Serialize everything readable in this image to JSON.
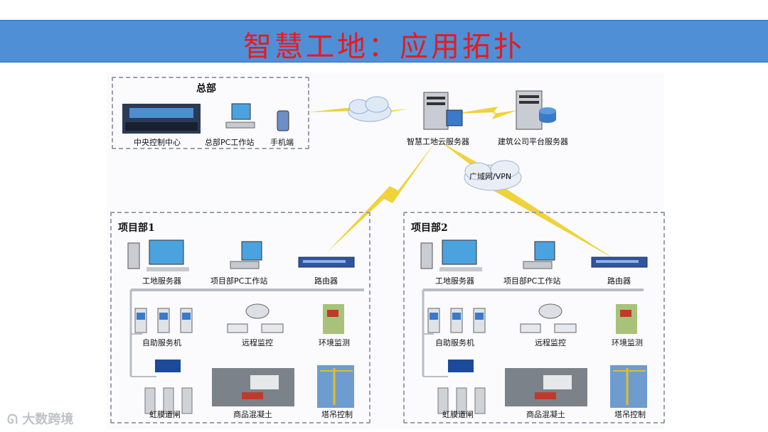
{
  "title": "智慧工地：应用拓扑",
  "hq": {
    "header": "总部",
    "items": [
      "中央控制中心",
      "总部PC工作站",
      "手机端"
    ]
  },
  "cloud_servers": {
    "smart_server": "智慧工地云服务器",
    "platform_server": "建筑公司平台服务器",
    "wan": "广域网/VPN"
  },
  "project1": {
    "header": "项目部1",
    "top": [
      "工地服务器",
      "项目部PC工作站",
      "路由器"
    ],
    "mid": [
      "自助服务机",
      "远程监控",
      "环境监测"
    ],
    "bottom": [
      "虹膜道闸",
      "商品混凝土",
      "塔吊控制"
    ]
  },
  "project2": {
    "header": "项目部2",
    "top": [
      "工地服务器",
      "项目部PC工作站",
      "路由器"
    ],
    "mid": [
      "自助服务机",
      "远程监控",
      "环境监测"
    ],
    "bottom": [
      "虹膜道闸",
      "商品混凝土",
      "塔吊控制"
    ]
  },
  "watermark": "大数跨境",
  "colors": {
    "title_bg": "#4f8fd6",
    "title_text": "#e8191f",
    "lightning": "#f0d23a"
  }
}
